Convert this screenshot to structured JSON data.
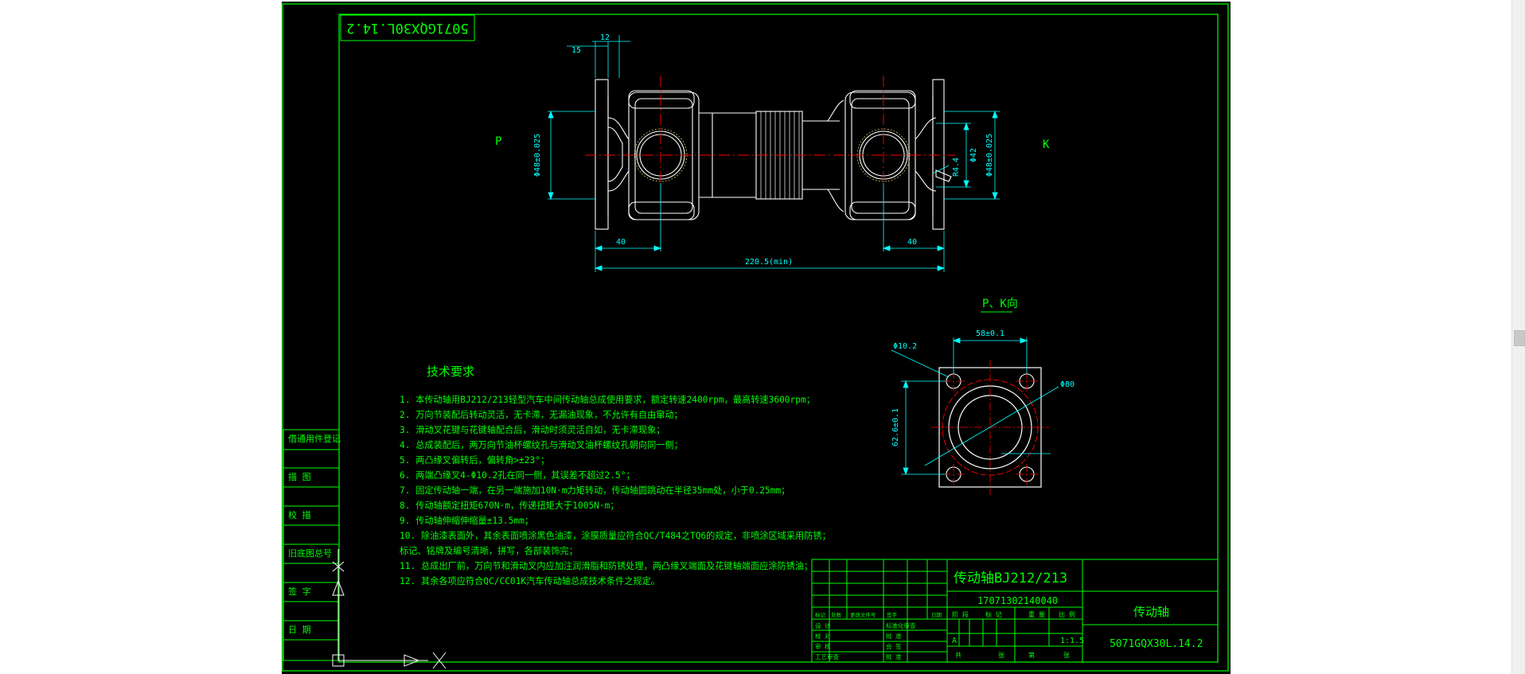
{
  "colors": {
    "background": "#000000",
    "frame": "#00ff00",
    "text": "#00ff00",
    "dimension": "#00ffff",
    "centerline": "#ff0000",
    "geometry": "#ffffff"
  },
  "drawing": {
    "rotated_code": "5071GQX30L.14.2",
    "labels": {
      "p_side": "P",
      "k_side": "K",
      "view_title": "P、K向"
    },
    "dims": {
      "d15": "15",
      "d12": "12",
      "d40_left": "40",
      "d40_right": "40",
      "length": "220.5(min)",
      "dia_left": "Φ48±0.025",
      "dia_right": "Φ48±0.025",
      "d42": "Φ42",
      "r4": "R4.4",
      "flange_width": "58±0.1",
      "bolt_hole": "Φ10.2",
      "pcd": "Φ80",
      "flange_height": "62.6±0.1"
    },
    "tech_title": "技术要求",
    "tech_lines": [
      "1. 本传动轴用BJ212/213轻型汽车中间传动轴总成使用要求，额定转速2400rpm，最高转速3600rpm；",
      "2. 万向节装配后转动灵活，无卡滞，无漏油现象，不允许有自由窜动；",
      "3. 滑动叉花键与花键轴配合后，滑动时须灵活自如，无卡滞现象；",
      "4. 总成装配后，两万向节油杯螺纹孔与滑动叉油杯螺纹孔朝向同一侧；",
      "5. 两凸缘叉偏转后，偏转角>±23°；",
      "6. 两端凸缘叉4-Φ10.2孔在同一侧，其误差不超过2.5°；",
      "7. 固定传动轴一端，在另一端施加10N·m力矩转动，传动轴圆跳动在半径35mm处，小于0.25mm；",
      "8. 传动轴额定扭矩670N·m，传递扭矩大于1005N·m；",
      "9. 传动轴伸缩伸缩量±13.5mm；",
      "10. 除油漆表面外，其余表面喷涂黑色油漆，涂膜质量应符合QC/T484之TQ6的规定，非喷涂区域采用防锈；",
      "   标记、铭牌及编号清晰，拼写，各部装饰完；",
      "11. 总成出厂前，万向节和滑动叉内应加注润滑脂和防锈处理，两凸缘叉端面及花键轴端面应涂防锈油；",
      "12. 其余各项应符合QC/CC01K汽车传动轴总成技术条件之规定。"
    ],
    "left_strip": [
      "借通用件登记",
      "描 图",
      "校 描",
      "旧底图总号",
      "签 字",
      "日 期"
    ],
    "title_block": {
      "part_name": "传动轴BJ212/213",
      "part_number": "17071302140040",
      "drawing_name": "传动轴",
      "drawing_code": "5071GQX30L.14.2",
      "stage": "A",
      "scale": "1:1.5",
      "headers": [
        "阶 段",
        "标 记",
        "重 量",
        "比 例"
      ],
      "footer": [
        "共",
        "张",
        "第",
        "张"
      ],
      "change_headers": [
        "标记",
        "处数",
        "更改文件号",
        "签字",
        "日期"
      ],
      "roles_left": [
        "设 计",
        "校 对",
        "审 核",
        "工艺审查"
      ],
      "roles_right": [
        "标准化审查",
        "批 准",
        "会 签",
        "批 准"
      ]
    }
  }
}
